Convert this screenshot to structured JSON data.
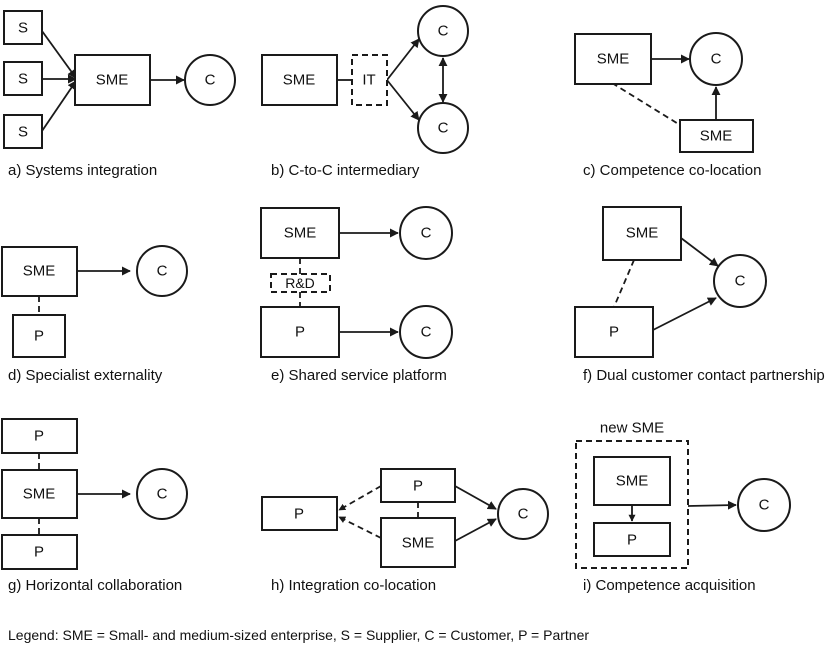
{
  "labels": {
    "sme": "SME",
    "s": "S",
    "c": "C",
    "p": "P",
    "it": "IT",
    "rd": "R&D",
    "new_sme": "new SME"
  },
  "captions": {
    "a": "a) Systems integration",
    "b": "b) C-to-C intermediary",
    "c": "c) Competence co-location",
    "d": "d) Specialist externality",
    "e": "e) Shared service platform",
    "f": "f) Dual customer contact partnership",
    "g": "g) Horizontal collaboration",
    "h": "h) Integration co-location",
    "i": "i) Competence acquisition"
  },
  "legend": "Legend: SME = Small- and medium-sized enterprise, S = Supplier, C = Customer, P = Partner"
}
